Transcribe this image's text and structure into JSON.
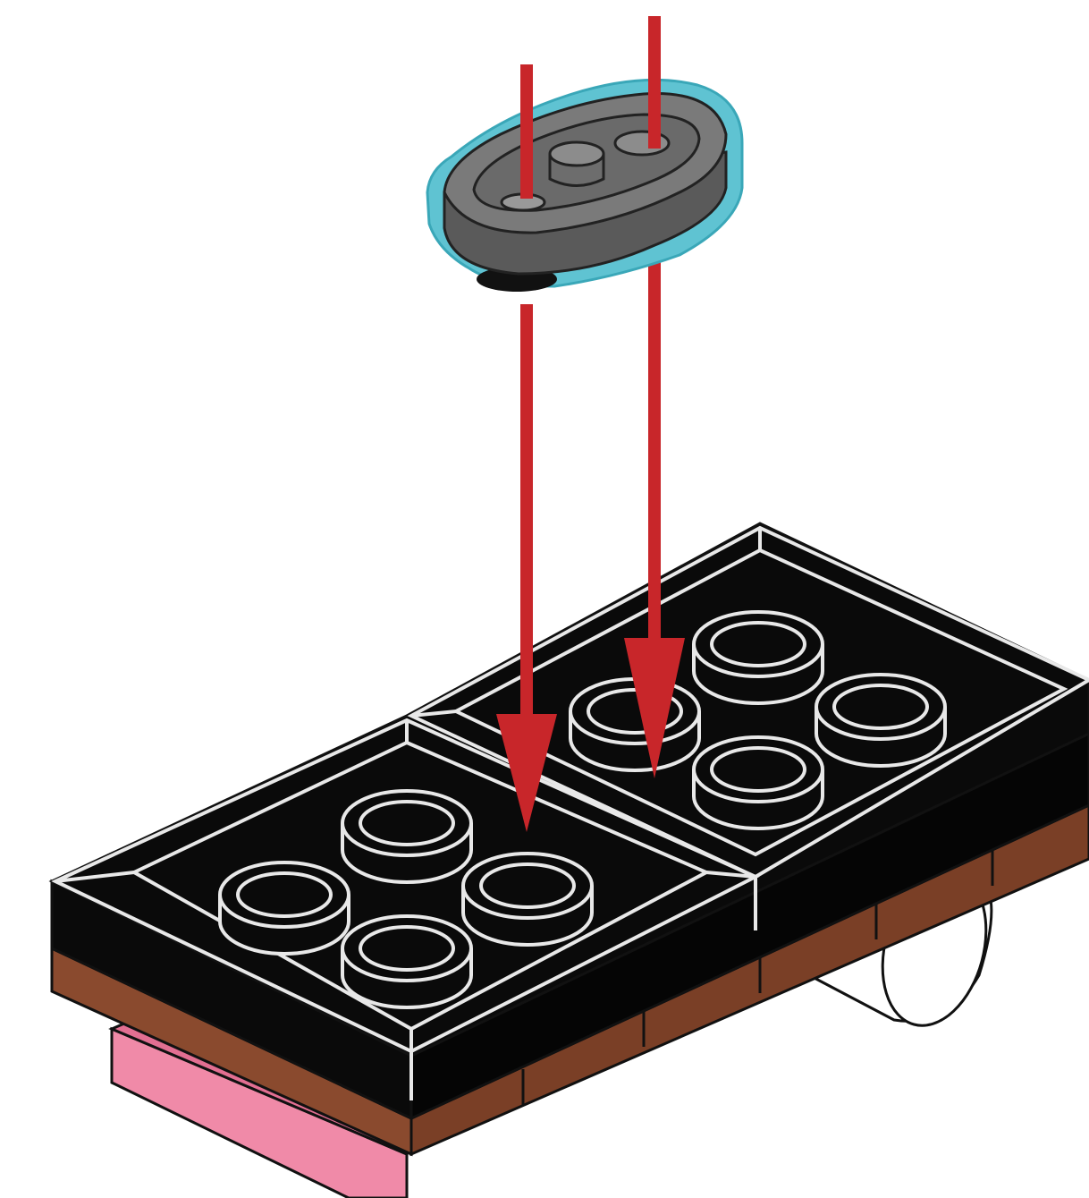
{
  "diagram": {
    "type": "building-instruction-step",
    "colors": {
      "background": "#ffffff",
      "new_part_fill": "#6b6b6b",
      "new_part_highlight": "#5fc3d2",
      "arrow": "#c8262a",
      "plate_fill": "#0a0a0a",
      "plate_outline": "#e8e8e8",
      "brown_layer": "#8a4a2e",
      "pink_layer": "#f08aa8",
      "wheel": "#ffffff"
    },
    "parts": [
      {
        "name": "tile-2x1-with-stud-gray",
        "role": "new-part",
        "color": "#6b6b6b"
      },
      {
        "name": "plate-2x2-black-left",
        "role": "base",
        "color": "#0a0a0a"
      },
      {
        "name": "plate-2x2-black-right",
        "role": "base",
        "color": "#0a0a0a"
      },
      {
        "name": "brick-layer-brown",
        "role": "base",
        "color": "#8a4a2e"
      },
      {
        "name": "brick-pink",
        "role": "base",
        "color": "#f08aa8"
      },
      {
        "name": "wheel-white",
        "role": "base",
        "color": "#ffffff"
      }
    ],
    "arrows": [
      {
        "name": "placement-arrow-left",
        "direction": "down"
      },
      {
        "name": "placement-arrow-right",
        "direction": "down"
      }
    ]
  }
}
